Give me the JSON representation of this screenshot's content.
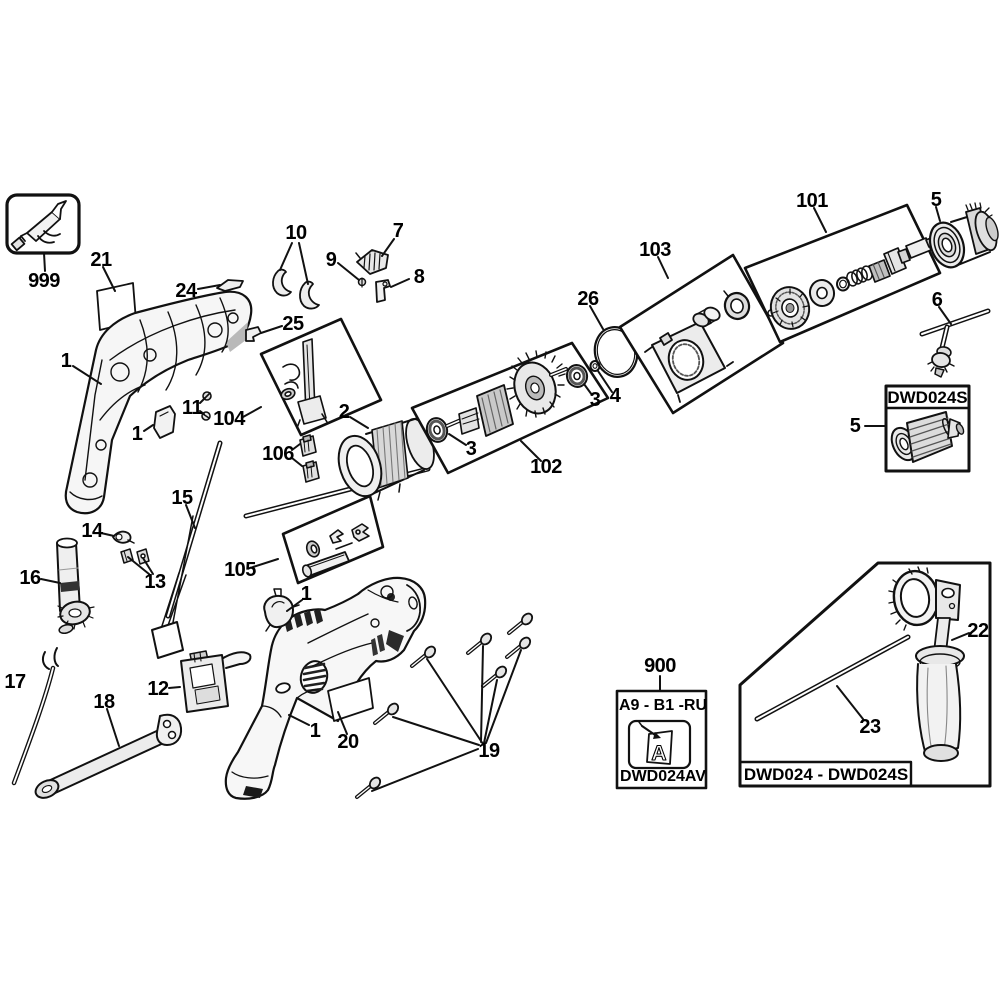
{
  "page": {
    "background": "#ffffff",
    "ink": "#111111",
    "diagram_type": "exploded-parts-diagram"
  },
  "callouts": [
    {
      "label": "999"
    },
    {
      "label": "21"
    },
    {
      "label": "24"
    },
    {
      "label": "10"
    },
    {
      "label": "9"
    },
    {
      "label": "7"
    },
    {
      "label": "8"
    },
    {
      "label": "25"
    },
    {
      "label": "1"
    },
    {
      "label": "11"
    },
    {
      "label": "104"
    },
    {
      "label": "1"
    },
    {
      "label": "106"
    },
    {
      "label": "2"
    },
    {
      "label": "3"
    },
    {
      "label": "102"
    },
    {
      "label": "3"
    },
    {
      "label": "4"
    },
    {
      "label": "26"
    },
    {
      "label": "103"
    },
    {
      "label": "101"
    },
    {
      "label": "5"
    },
    {
      "label": "6"
    },
    {
      "label": "5"
    },
    {
      "label": "15"
    },
    {
      "label": "14"
    },
    {
      "label": "16"
    },
    {
      "label": "13"
    },
    {
      "label": "105"
    },
    {
      "label": "17"
    },
    {
      "label": "12"
    },
    {
      "label": "18"
    },
    {
      "label": "1"
    },
    {
      "label": "1"
    },
    {
      "label": "20"
    },
    {
      "label": "19"
    },
    {
      "label": "900"
    },
    {
      "label": "22"
    },
    {
      "label": "23"
    }
  ],
  "boxes": {
    "chuck_variant": {
      "title": "DWD024S"
    },
    "service_kit": {
      "title": "A9 - B1 -RU",
      "icon_letter": "A",
      "code": "DWD024AV"
    },
    "handle_kit": {
      "models": "DWD024 - DWD024S"
    }
  }
}
